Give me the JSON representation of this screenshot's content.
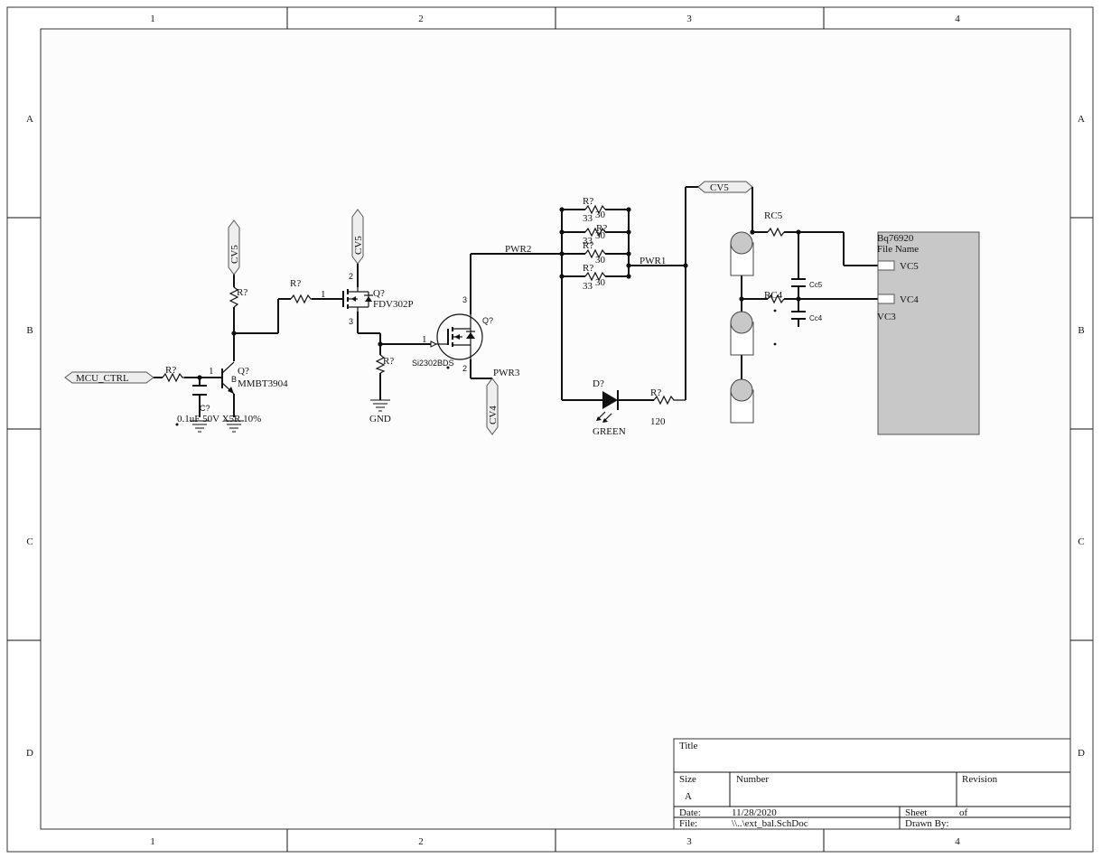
{
  "border": {
    "columns": [
      "1",
      "2",
      "3",
      "4"
    ],
    "rows": [
      "A",
      "B",
      "C",
      "D"
    ]
  },
  "ports": {
    "mcu_ctrl": "MCU_CTRL",
    "cv5_left": "CV5",
    "cv5_mid": "CV5",
    "cv4": "CV4",
    "cv5_top": "CV5"
  },
  "components": {
    "r_base_ref": "R?",
    "q_npn_ref": "Q?",
    "q_npn_part": "MMBT3904",
    "c_ref": "C?",
    "c_value": "0.1uF 50V X5R 10%",
    "r_pullup_ref": "R?",
    "r_gate_ref": "R?",
    "q_pmos_ref": "Q?",
    "q_pmos_part": "FDV302P",
    "r_pulldown_ref": "R?",
    "gnd_label": "GND",
    "q_nmos_ref": "Q?",
    "q_nmos_part": "Si2302BDS",
    "r_par1_ref": "R?",
    "r_par1_value": "30",
    "r_par2_ref": "R?",
    "r_par2_value": "30",
    "r_par3_ref": "R?",
    "r_par3_value": "30",
    "r_par4_ref": "R?",
    "r_par4_value": "30",
    "r_par_left_value": "33",
    "d_ref": "D?",
    "d_color": "GREEN",
    "r_led_ref": "R?",
    "r_led_value": "120",
    "rc5": "RC5",
    "rc4": "RC4",
    "cc5": "Cc5",
    "cc4": "Cc4"
  },
  "pins": {
    "npn_base": "1",
    "npn_b": "B",
    "gate_pin": "1",
    "pmos_drain": "2",
    "pmos_source": "3",
    "nmos_gate": "1",
    "nmos_drain": "3",
    "nmos_source": "2"
  },
  "nets": {
    "pwr1": "PWR1",
    "pwr2": "PWR2",
    "pwr3": "PWR3"
  },
  "ic": {
    "name": "Bq76920",
    "file": "File Name",
    "pin_vc5": "VC5",
    "pin_vc4": "VC4",
    "pin_vc3": "VC3"
  },
  "title_block": {
    "title_label": "Title",
    "size_label": "Size",
    "size_value": "A",
    "number_label": "Number",
    "revision_label": "Revision",
    "date_label": "Date:",
    "date_value": "11/28/2020",
    "sheet_label": "Sheet",
    "of_label": "of",
    "file_label": "File:",
    "file_value": "\\\\..\\ext_bal.SchDoc",
    "drawn_by_label": "Drawn By:"
  },
  "colors": {
    "ic_fill": "#c8c8c8",
    "battery_cell": "#c8c8c8"
  }
}
